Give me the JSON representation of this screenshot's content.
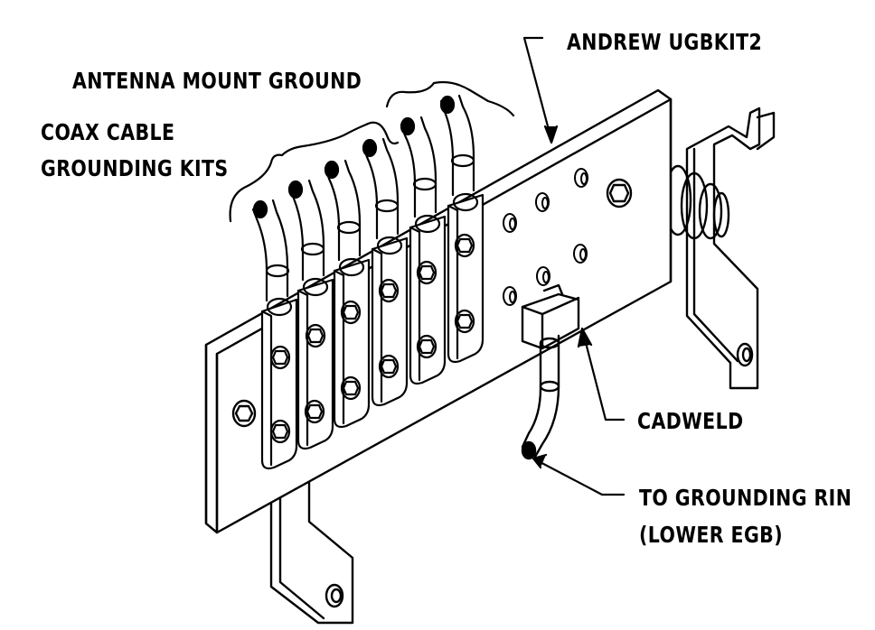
{
  "labels": {
    "andrew_ugbkit2": "ANDREW UGBKIT2",
    "antenna_mount_ground": "ANTENNA MOUNT GROUND",
    "coax_cable": "COAX CABLE",
    "grounding_kits": "GROUNDING KITS",
    "cadweld": "CADWELD",
    "to_grounding_ring": "TO GROUNDING RIN",
    "lower_egb": "(LOWER EGB)"
  },
  "colors": {
    "line": "#000000",
    "background": "#ffffff"
  }
}
